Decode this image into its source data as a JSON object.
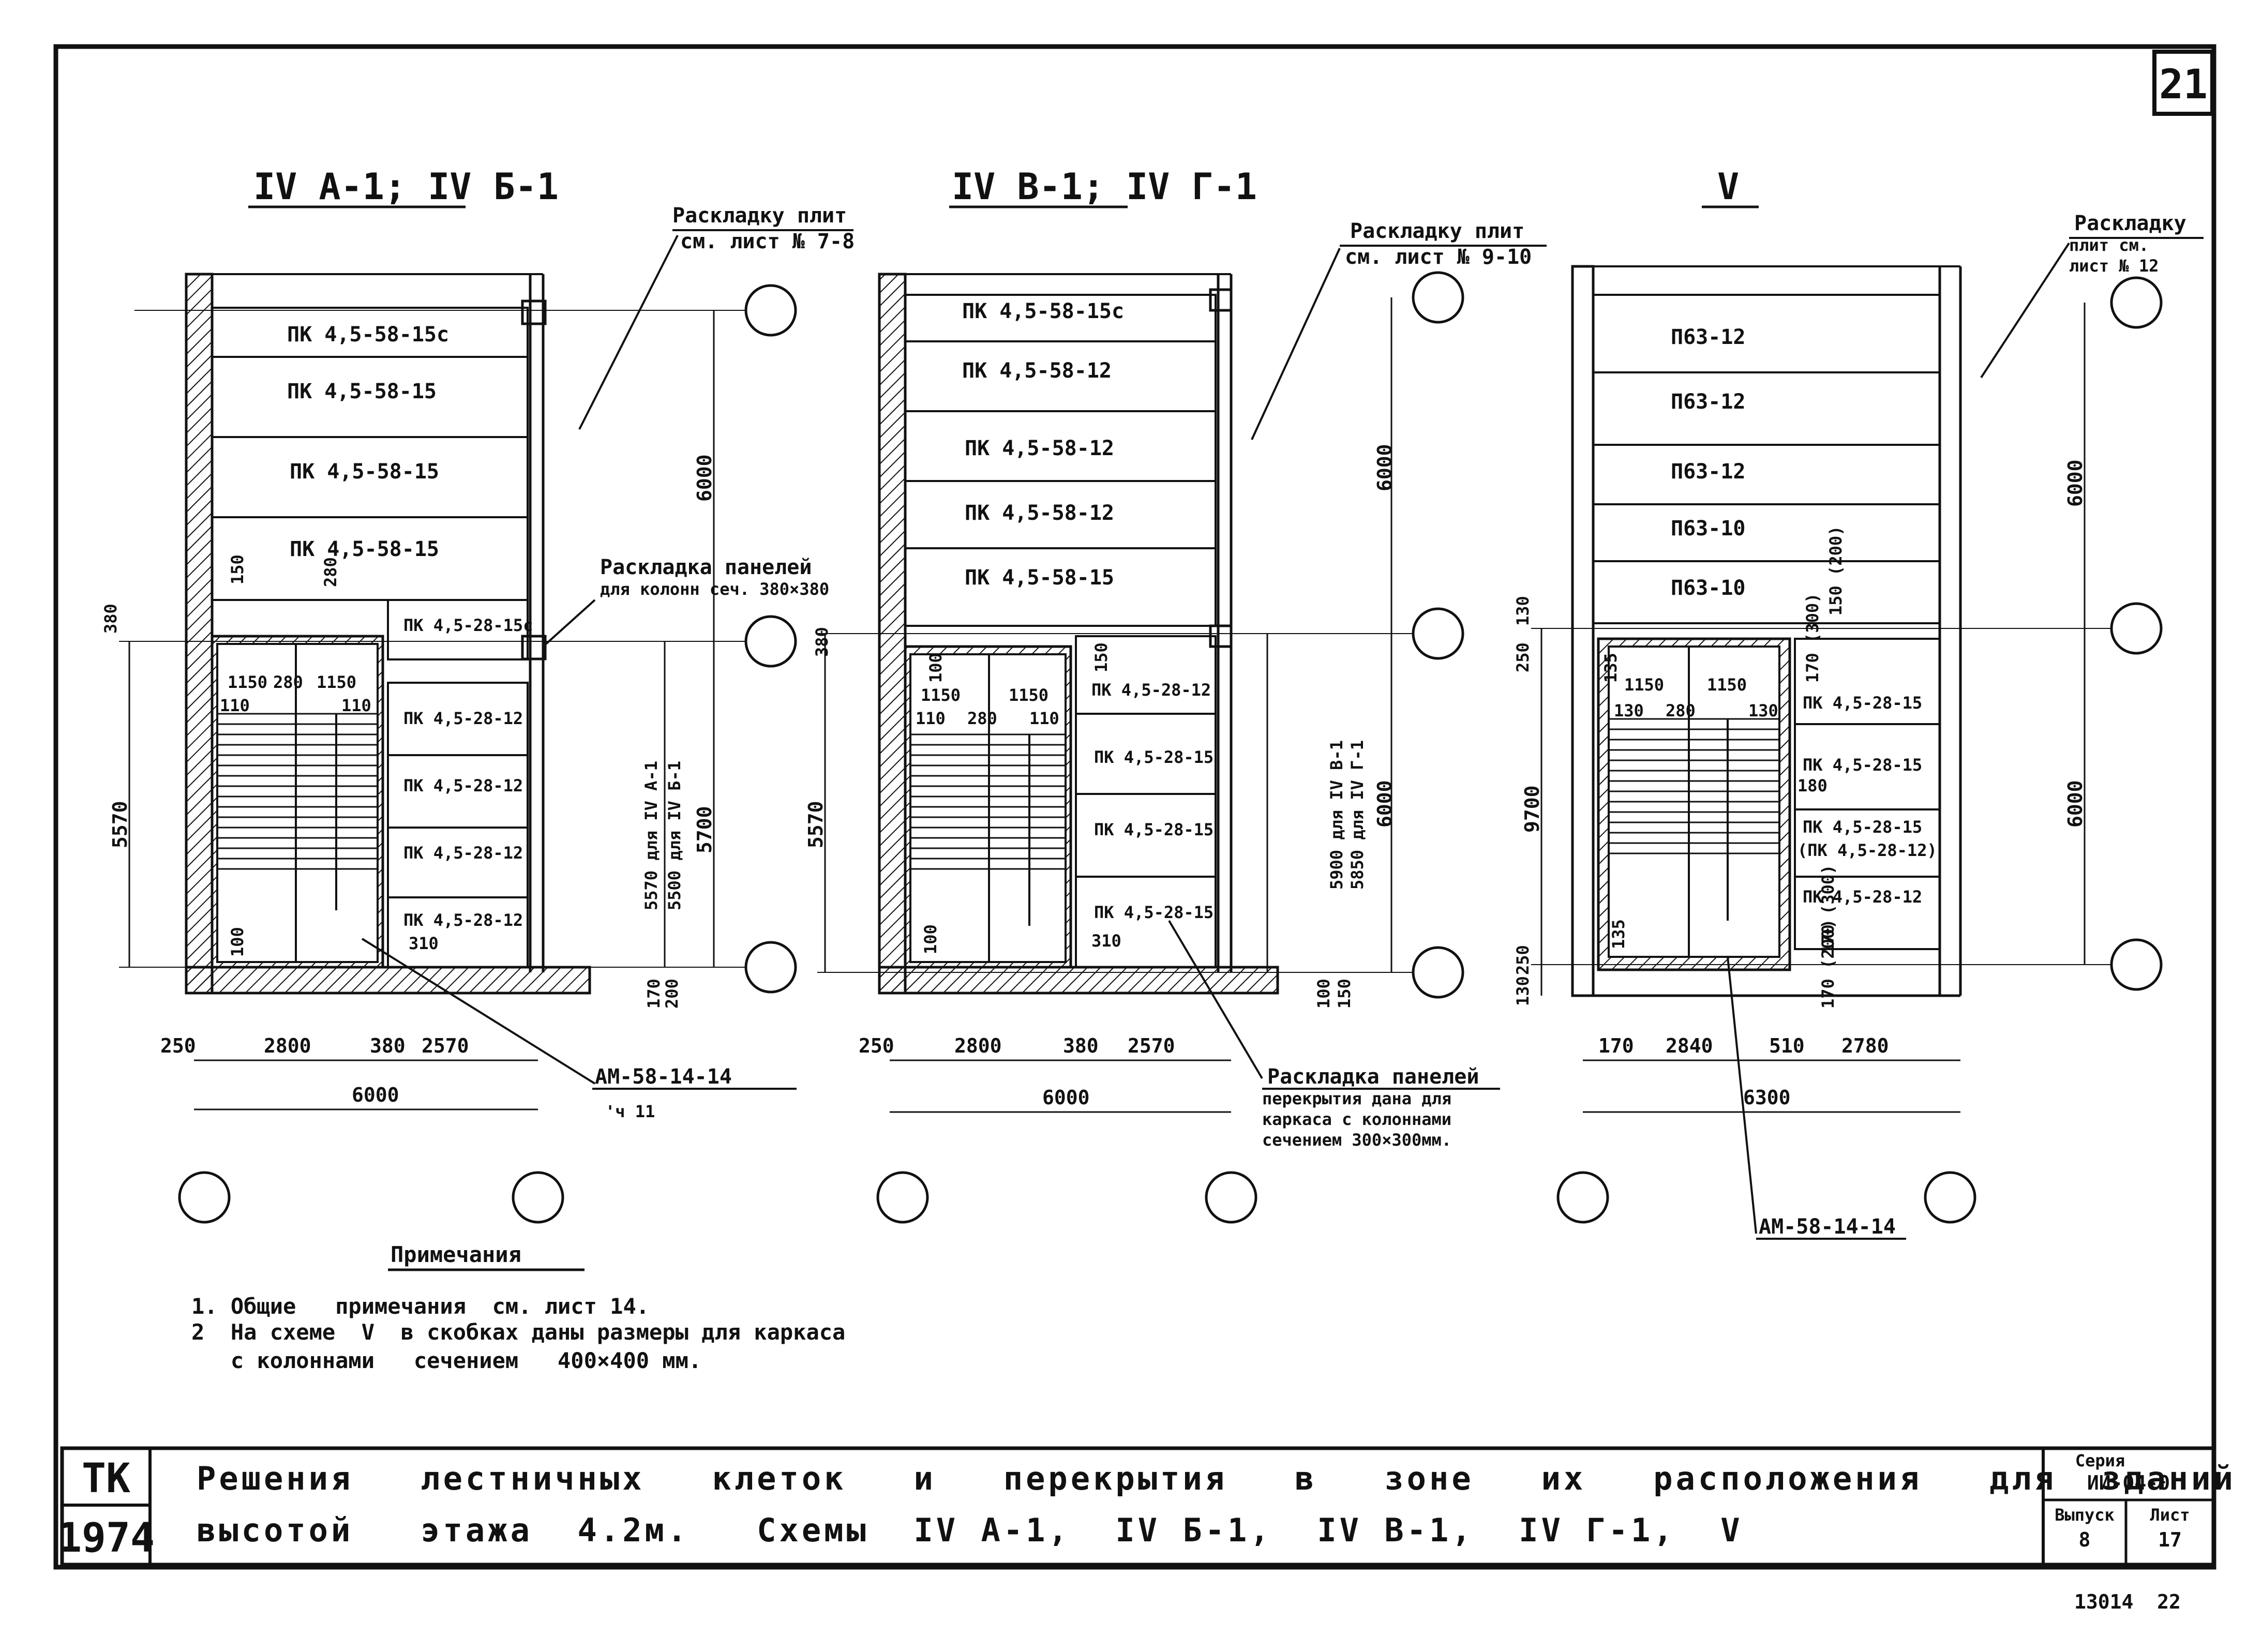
{
  "sheet_number": "21",
  "schemes": [
    {
      "title": "IV А-1;  IV Б-1",
      "ref_note": [
        "Раскладку плит",
        "см. лист № 7-8"
      ],
      "slabs_top": [
        "ПК 4,5-58-15с",
        "ПК 4,5-58-15",
        "ПК 4,5-58-15",
        "ПК 4,5-58-15"
      ],
      "slabs_side": [
        "ПК 4,5-28-15с",
        "ПК 4,5-28-12",
        "ПК 4,5-28-12",
        "ПК 4,5-28-12",
        "ПК 4,5-28-12"
      ],
      "col_note": [
        "Раскладка панелей",
        "для колонн сеч. 380×380"
      ],
      "dims_bottom": [
        "250",
        "2800",
        "380",
        "2570"
      ],
      "dim_total": "6000",
      "dim_left": "5570",
      "dim_right_top": "6000",
      "dim_right_bottom": [
        "5570 для IV А-1",
        "5500 для IV Б-1",
        "5700"
      ],
      "dim_misc": [
        "380",
        "1150",
        "280",
        "1150",
        "110",
        "110",
        "150",
        "280",
        "100",
        "310",
        "170",
        "200"
      ],
      "flight_mark": "АМ-58-14-14",
      "stray": "'ч 11"
    },
    {
      "title": "IV В-1;  IV Г-1",
      "ref_note": [
        "Раскладку плит",
        "см. лист № 9-10"
      ],
      "slabs_top": [
        "ПК 4,5-58-15с",
        "ПК 4,5-58-12",
        "ПК 4,5-58-12",
        "ПК 4,5-58-12",
        "ПК 4,5-58-15"
      ],
      "slabs_side": [
        "ПК 4,5-28-12",
        "ПК 4,5-28-15",
        "ПК 4,5-28-15",
        "ПК 4,5-28-15"
      ],
      "col_note": [
        "Раскладка панелей",
        "перекрытия дана для",
        "каркаса с колоннами",
        "сечением 300×300мм."
      ],
      "dims_bottom": [
        "250",
        "2800",
        "380",
        "2570"
      ],
      "dim_total": "6000",
      "dim_left": "5570",
      "dim_right_top": "6000",
      "dim_right_bottom": [
        "5900 для IV В-1",
        "5850 для IV Г-1",
        "6000"
      ],
      "dim_misc": [
        "380",
        "100",
        "1150",
        "1150",
        "110",
        "280",
        "110",
        "150",
        "100",
        "310",
        "100",
        "150"
      ]
    },
    {
      "title": "V",
      "ref_note": [
        "Раскладку",
        "плит см.",
        "лист № 12"
      ],
      "slabs_top": [
        "П63-12",
        "П63-12",
        "П63-12",
        "П63-10",
        "П63-10"
      ],
      "slabs_side": [
        "ПК 4,5-28-15",
        "ПК 4,5-28-15",
        "ПК 4,5-28-15",
        "(ПК 4,5-28-12)",
        "ПК 4,5-28-12"
      ],
      "dims_bottom": [
        "170",
        "2840",
        "510",
        "2780"
      ],
      "dim_total": "6300",
      "dim_left": "9700",
      "dim_right_top": "6000",
      "dim_right_bottom": "6000",
      "dim_misc": [
        "130",
        "250",
        "135",
        "1150",
        "1150",
        "130",
        "280",
        "130",
        "170 (300)",
        "180",
        "150 (200)",
        "170 (300)",
        "135",
        "250",
        "130",
        "170 (200)"
      ],
      "flight_mark": "АМ-58-14-14"
    }
  ],
  "notes": {
    "heading": "Примечания",
    "items": [
      "1. Общие   примечания  см. лист 14.",
      "2  На схеме  V  в скобках даны размеры для каркаса",
      "   с колоннами   сечением   400×400 мм."
    ]
  },
  "title_block": {
    "org": "ТК",
    "year": "1974",
    "title_line1": "Решения   лестничных   клеток   и   перекрытия   в   зоне   их   расположения   для  зданий  с",
    "title_line2": "высотой   этажа  4.2м.   Схемы  IV А-1,  IV Б-1,  IV В-1,  IV Г-1,  V",
    "series_label": "Серия",
    "series_value": "ИИ-04-0",
    "issue_label": "Выпуск",
    "issue_value": "8",
    "sheet_label": "Лист",
    "sheet_value": "17"
  },
  "footer_stamp": "13014  22"
}
